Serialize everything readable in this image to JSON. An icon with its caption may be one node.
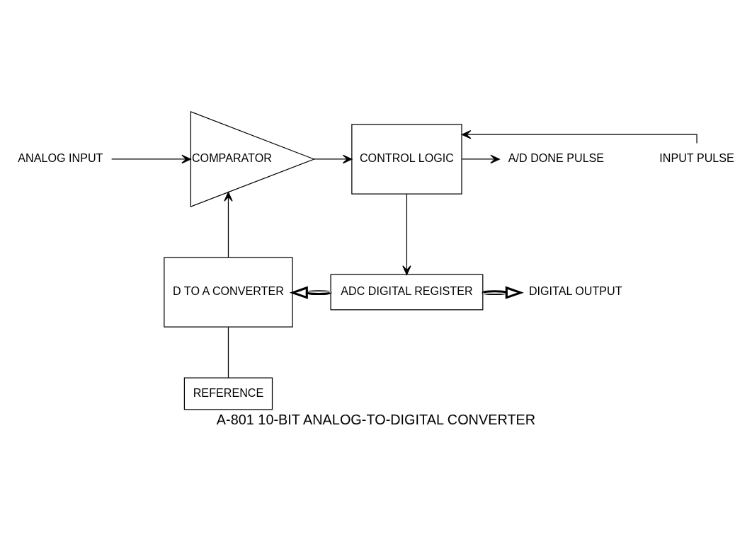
{
  "diagram": {
    "caption": "A-801 10-BIT ANALOG-TO-DIGITAL CONVERTER",
    "nodes": [
      {
        "text": [
          "ANALOG INPUT"
        ]
      },
      {
        "text": [
          "COMPARATOR"
        ]
      },
      {
        "text": [
          "CONTROL LOGIC"
        ]
      },
      {
        "text": [
          "INPUT PULSE"
        ]
      },
      {
        "text": [
          "A/D DONE PULSE"
        ]
      },
      {
        "text": [
          "D TO A CONVERTER"
        ]
      },
      {
        "text": [
          "ADC DIGITAL REGISTER"
        ]
      },
      {
        "text": [
          "DIGITAL OUTPUT"
        ]
      },
      {
        "text": [
          "REFERENCE"
        ]
      }
    ],
    "edges": [
      {
        "from": 0,
        "to": 1,
        "arrow": "to"
      },
      {
        "from": 1,
        "to": 2,
        "arrow": "to"
      },
      {
        "from": 3,
        "to": 2,
        "arrow": "to"
      },
      {
        "from": 2,
        "to": 4,
        "arrow": "to"
      },
      {
        "from": 2,
        "to": 6,
        "arrow": "to"
      },
      {
        "from": 6,
        "to": 5,
        "arrow": "to",
        "style": "thick"
      },
      {
        "from": 6,
        "to": 7,
        "arrow": "to",
        "style": "thick"
      },
      {
        "from": 5,
        "to": 1,
        "arrow": "to"
      },
      {
        "from": 5,
        "to": 8,
        "arrow": "none"
      }
    ]
  }
}
